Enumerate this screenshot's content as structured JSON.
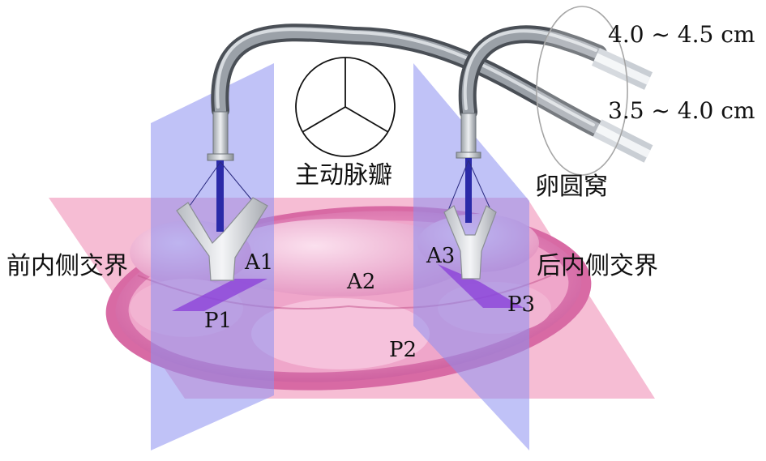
{
  "labels": {
    "aortic_valve": "主动脉瓣",
    "fossa_ovalis": "卵圆窝",
    "anterolateral_commissure": "前内侧交界",
    "posteromedial_commissure": "后内侧交界",
    "seg_A1": "A1",
    "seg_A2": "A2",
    "seg_A3": "A3",
    "seg_P1": "P1",
    "seg_P2": "P2",
    "seg_P3": "P3",
    "height_upper": "4.0 ~ 4.5 cm",
    "height_lower": "3.5 ~ 4.0 cm"
  },
  "colors": {
    "plane_blue": "#8c8ff0",
    "plane_pink": "#f0a8c6",
    "valve_pink": "#e27ab0",
    "catheter_gray": "#8a9098",
    "clip_shaft": "#2a2aa8"
  }
}
